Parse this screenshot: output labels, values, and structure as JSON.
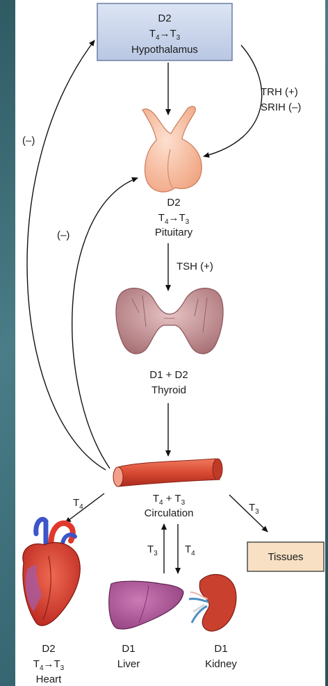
{
  "hypothalamus": {
    "line1": "D2",
    "t_left": "T",
    "t_left_sub": "4",
    "arrow": "→",
    "t_right": "T",
    "t_right_sub": "3",
    "line3": "Hypothalamus"
  },
  "trh_srih": {
    "trh": "TRH (+)",
    "srih": "SRIH (–)"
  },
  "feedback_left": "(–)",
  "feedback_inner": "(–)",
  "pituitary": {
    "line1": "D2",
    "t_left": "T",
    "t_left_sub": "4",
    "arrow": "→",
    "t_right": "T",
    "t_right_sub": "3",
    "line3": "Pituitary"
  },
  "tsh": "TSH (+)",
  "thyroid": {
    "line1": "D1 + D2",
    "line2": "Thyroid"
  },
  "circulation": {
    "t_left": "T",
    "t_left_sub": "4",
    "plus": " + ",
    "t_right": "T",
    "t_right_sub": "3",
    "label": "Circulation"
  },
  "to_heart": {
    "t": "T",
    "sub": "4"
  },
  "to_tissues": {
    "t": "T",
    "sub": "3"
  },
  "up_arrow": {
    "t": "T",
    "sub": "3"
  },
  "down_arrow": {
    "t": "T",
    "sub": "4"
  },
  "tissues": "Tissues",
  "heart": {
    "line1": "D2",
    "t_left": "T",
    "t_left_sub": "4",
    "arrow": "→",
    "t_right": "T",
    "t_right_sub": "3",
    "line3": "Heart"
  },
  "liver": {
    "line1": "D1",
    "line2": "Liver"
  },
  "kidney": {
    "line1": "D1",
    "line2": "Kidney"
  },
  "colors": {
    "hypothalamus_box": "#c8d4ea",
    "pituitary": "#f6b796",
    "thyroid": "#c9979a",
    "vessel": "#d84a32",
    "heart": "#d9342b",
    "liver": "#a8508f",
    "kidney": "#c9402f",
    "tissues_box": "#f7e0c4"
  }
}
